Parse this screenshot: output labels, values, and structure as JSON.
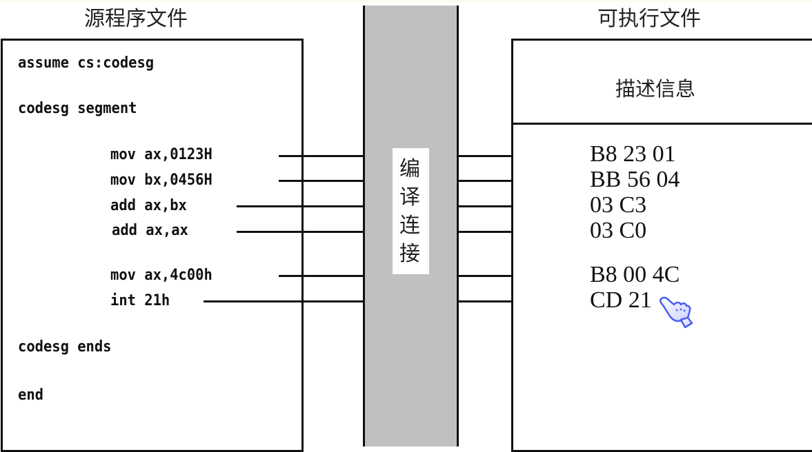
{
  "titles": {
    "source_file": "源程序文件",
    "executable_file": "可执行文件"
  },
  "source_code": {
    "header_lines": [
      "assume cs:codesg",
      "codesg segment"
    ],
    "instructions": [
      "mov ax,0123H",
      "mov bx,0456H",
      "add ax,bx",
      "add ax,ax",
      "mov ax,4c00h",
      "int 21h"
    ],
    "footer_lines": [
      "codesg ends",
      "end"
    ]
  },
  "process": {
    "label_chars": [
      "编",
      "译",
      "连",
      "接"
    ],
    "label": "编译连接"
  },
  "executable": {
    "description_section": "描述信息",
    "machine_code": [
      "B8 23 01",
      "BB 56 04",
      "03 C3",
      "03 C0",
      "B8 00 4C",
      "CD 21"
    ]
  },
  "icons": {
    "cursor": "hand-pointer-icon",
    "arrow": "arrow-right-icon"
  },
  "colors": {
    "process_bar": "#c0c0c0",
    "lines": "#111111",
    "cursor": "#4a5cf0"
  }
}
